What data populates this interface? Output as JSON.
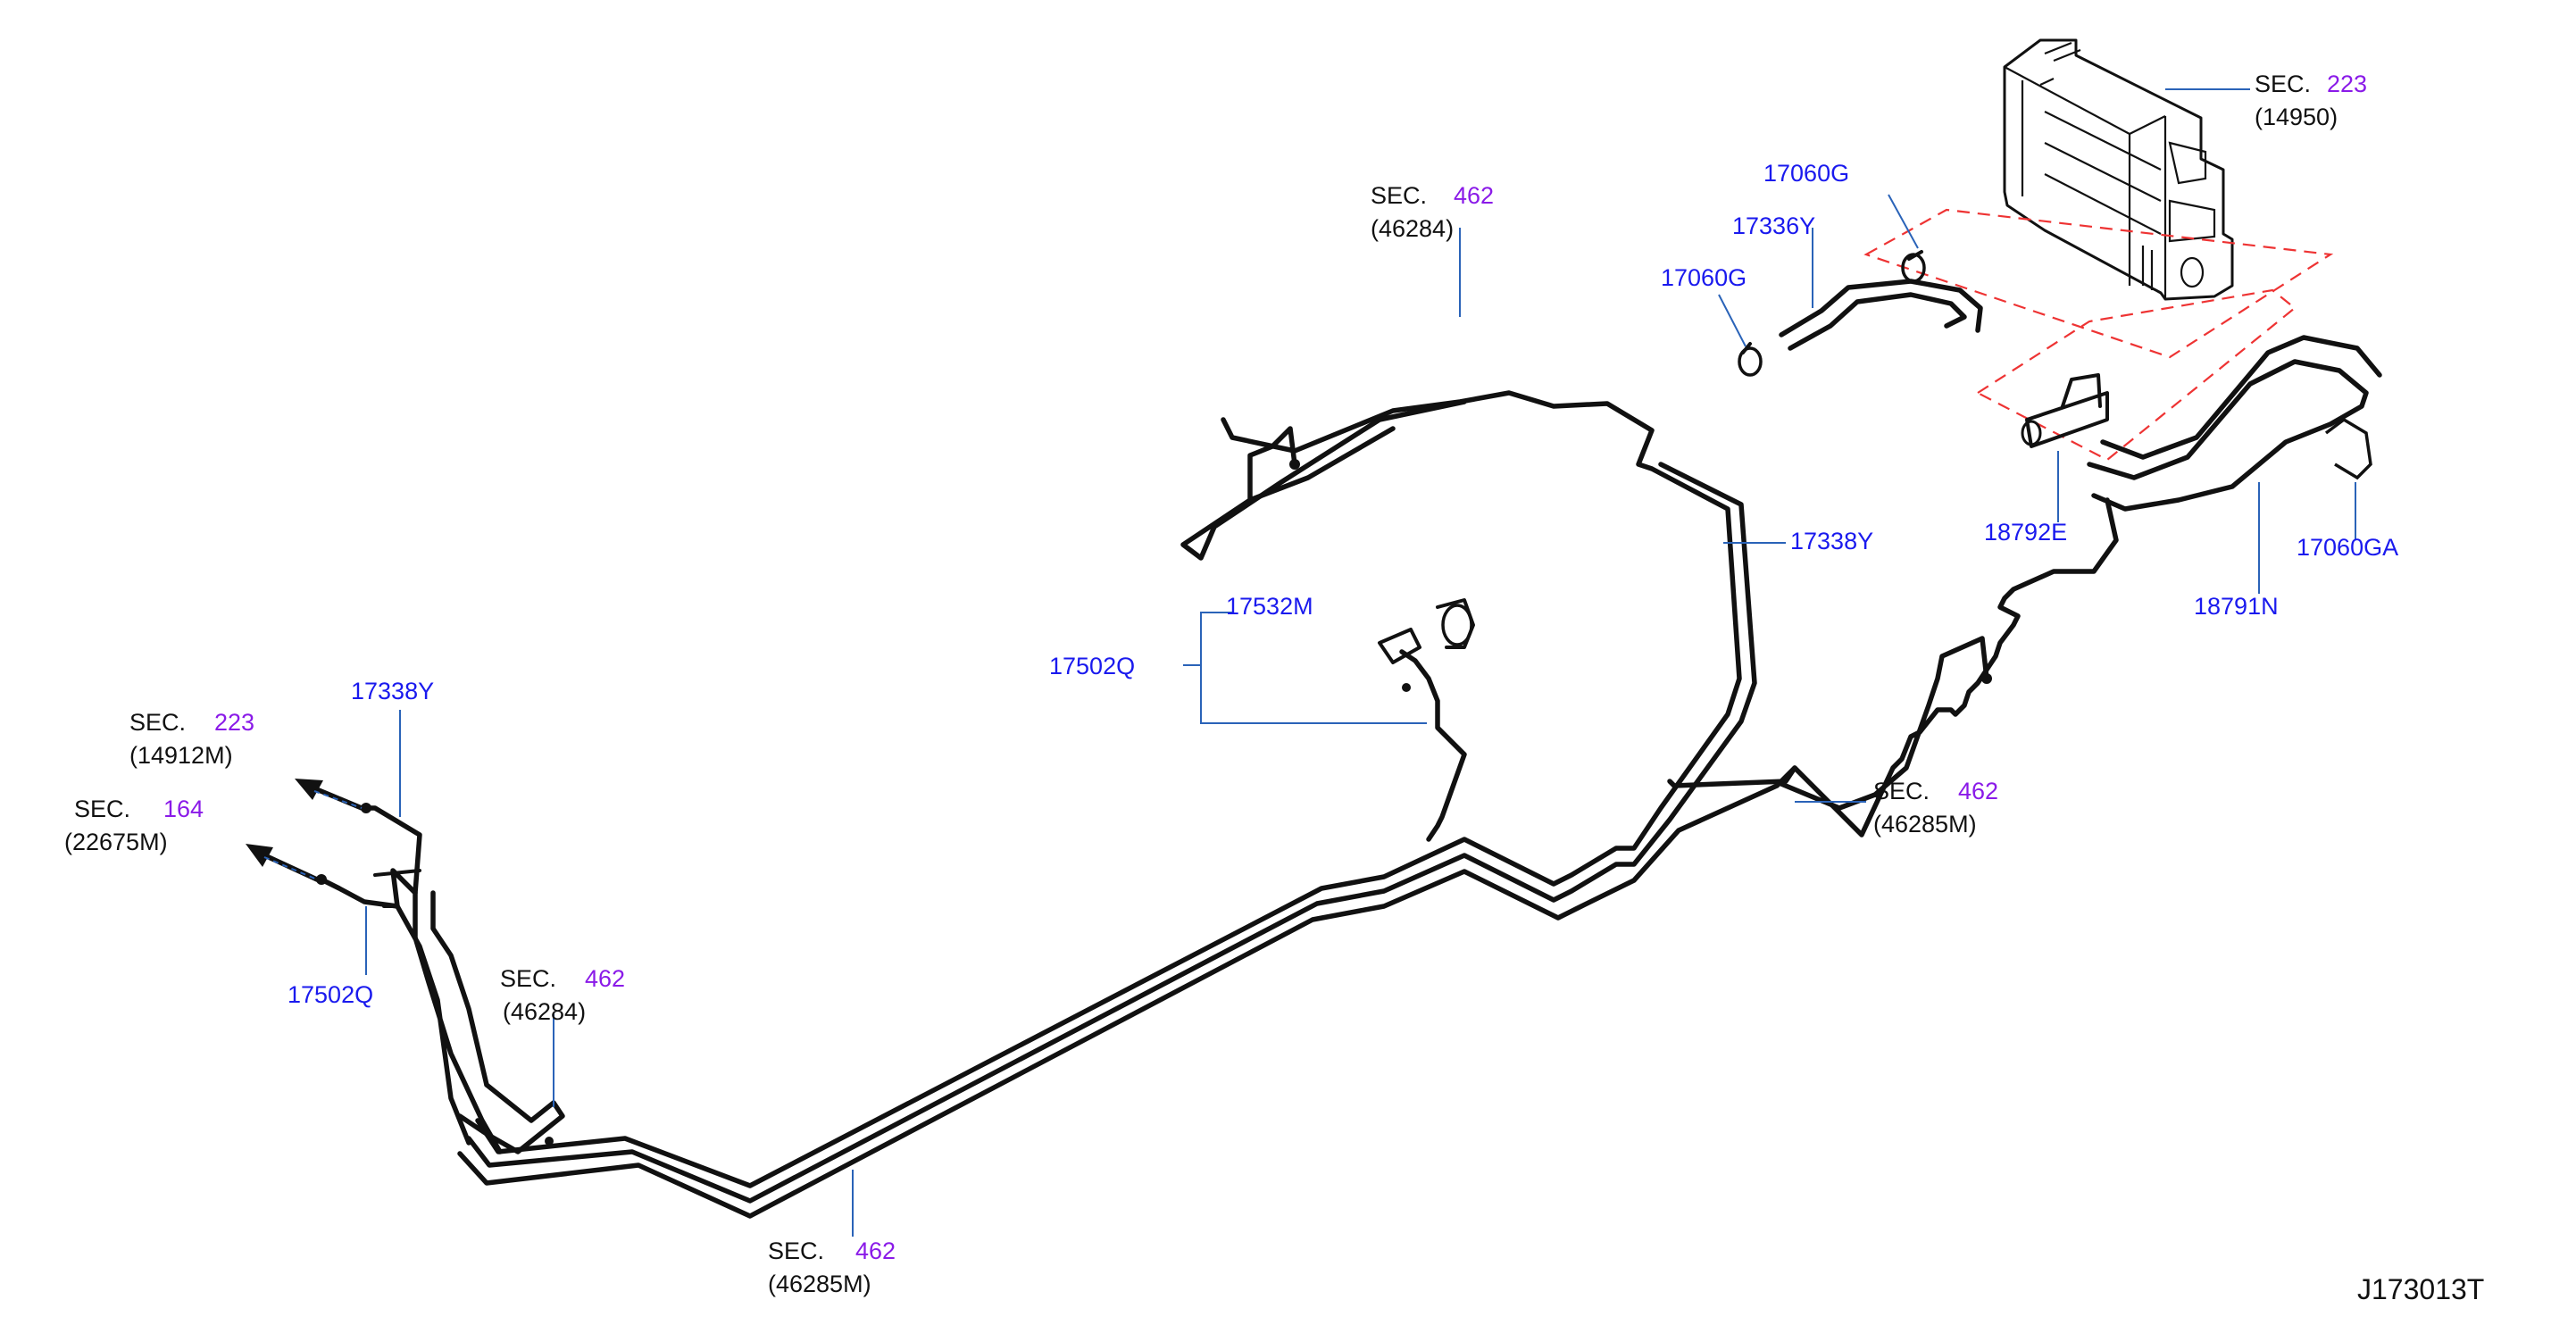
{
  "diagram_code": "J173013T",
  "labels": {
    "sec_prefix": "SEC.",
    "canister": {
      "sec_num": "223",
      "ref": "(14950)"
    },
    "top_center": {
      "sec_num": "462",
      "ref": "(46284)"
    },
    "right_mid": {
      "sec_num": "462",
      "ref": "(46285M)"
    },
    "left_223": {
      "sec_num": "223",
      "ref": "(14912M)"
    },
    "left_164": {
      "sec_num": "164",
      "ref": "(22675M)"
    },
    "left_462": {
      "sec_num": "462",
      "ref": "(46284)"
    },
    "bottom_462": {
      "sec_num": "462",
      "ref": "(46285M)"
    }
  },
  "parts": {
    "p17060G_top": "17060G",
    "p17336Y": "17336Y",
    "p17060G_mid": "17060G",
    "p17338Y_right": "17338Y",
    "p18792E": "18792E",
    "p17060GA": "17060GA",
    "p18791N": "18791N",
    "p17532M": "17532M",
    "p17502Q_mid": "17502Q",
    "p17338Y_left": "17338Y",
    "p17502Q_left": "17502Q"
  }
}
